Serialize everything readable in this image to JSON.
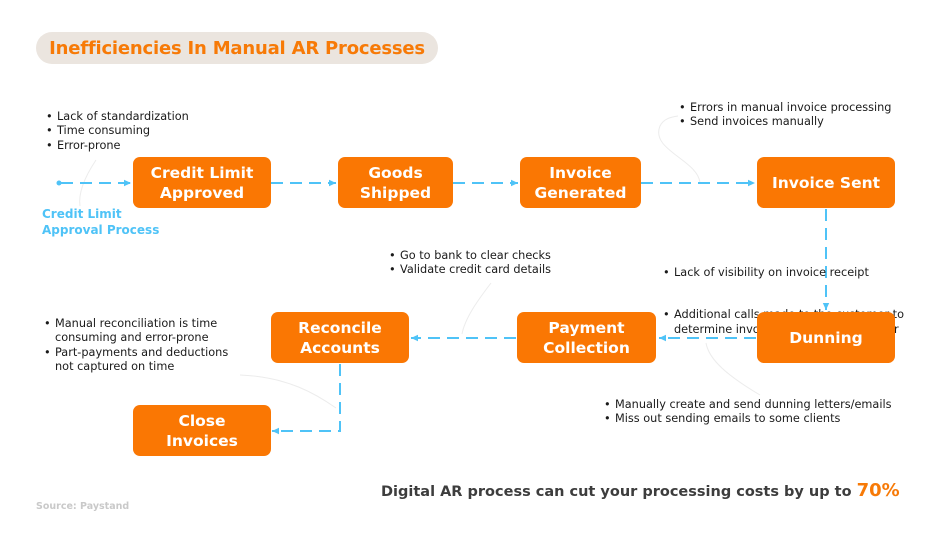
{
  "title": "Inefficiencies In Manual AR Processes",
  "start_label": [
    "Credit Limit",
    "Approval Process"
  ],
  "colors": {
    "accent": "#fa7703",
    "title_bg": "#ebe5df",
    "connector": "#4fc3f7",
    "text": "#1a1a1a"
  },
  "nodes": [
    {
      "id": "credit-limit-approved",
      "label": [
        "Credit Limit",
        "Approved"
      ]
    },
    {
      "id": "goods-shipped",
      "label": [
        "Goods",
        "Shipped"
      ]
    },
    {
      "id": "invoice-generated",
      "label": [
        "Invoice",
        "Generated"
      ]
    },
    {
      "id": "invoice-sent",
      "label": [
        "Invoice Sent"
      ]
    },
    {
      "id": "dunning",
      "label": [
        "Dunning"
      ]
    },
    {
      "id": "payment-collection",
      "label": [
        "Payment",
        "Collection"
      ]
    },
    {
      "id": "reconcile-accounts",
      "label": [
        "Reconcile",
        "Accounts"
      ]
    },
    {
      "id": "close-invoices",
      "label": [
        "Close",
        "Invoices"
      ]
    }
  ],
  "edges": [
    [
      "start",
      "credit-limit-approved"
    ],
    [
      "credit-limit-approved",
      "goods-shipped"
    ],
    [
      "goods-shipped",
      "invoice-generated"
    ],
    [
      "invoice-generated",
      "invoice-sent"
    ],
    [
      "invoice-sent",
      "dunning"
    ],
    [
      "dunning",
      "payment-collection"
    ],
    [
      "payment-collection",
      "reconcile-accounts"
    ],
    [
      "reconcile-accounts",
      "close-invoices"
    ]
  ],
  "notes": {
    "credit_limit": [
      "Lack of standardization",
      "Time consuming",
      "Error-prone"
    ],
    "invoice_generated": [
      "Errors in manual invoice processing",
      "Send invoices manually"
    ],
    "invoice_sent": [
      "Lack of visibility on invoice receipt",
      "Additional calls made to the customer to\ndetermine invoice receipt and reminder"
    ],
    "payment_collection": [
      "Go to bank to clear checks",
      "Validate credit card details"
    ],
    "reconcile": [
      "Manual reconciliation is time\nconsuming and error-prone",
      "Part-payments and deductions\nnot captured on time"
    ],
    "dunning": [
      "Manually create and send dunning letters/emails",
      "Miss out sending emails to some clients"
    ]
  },
  "footer": {
    "text": "Digital AR process can cut your processing costs by up to ",
    "highlight": "70%"
  },
  "source": "Source: Paystand"
}
